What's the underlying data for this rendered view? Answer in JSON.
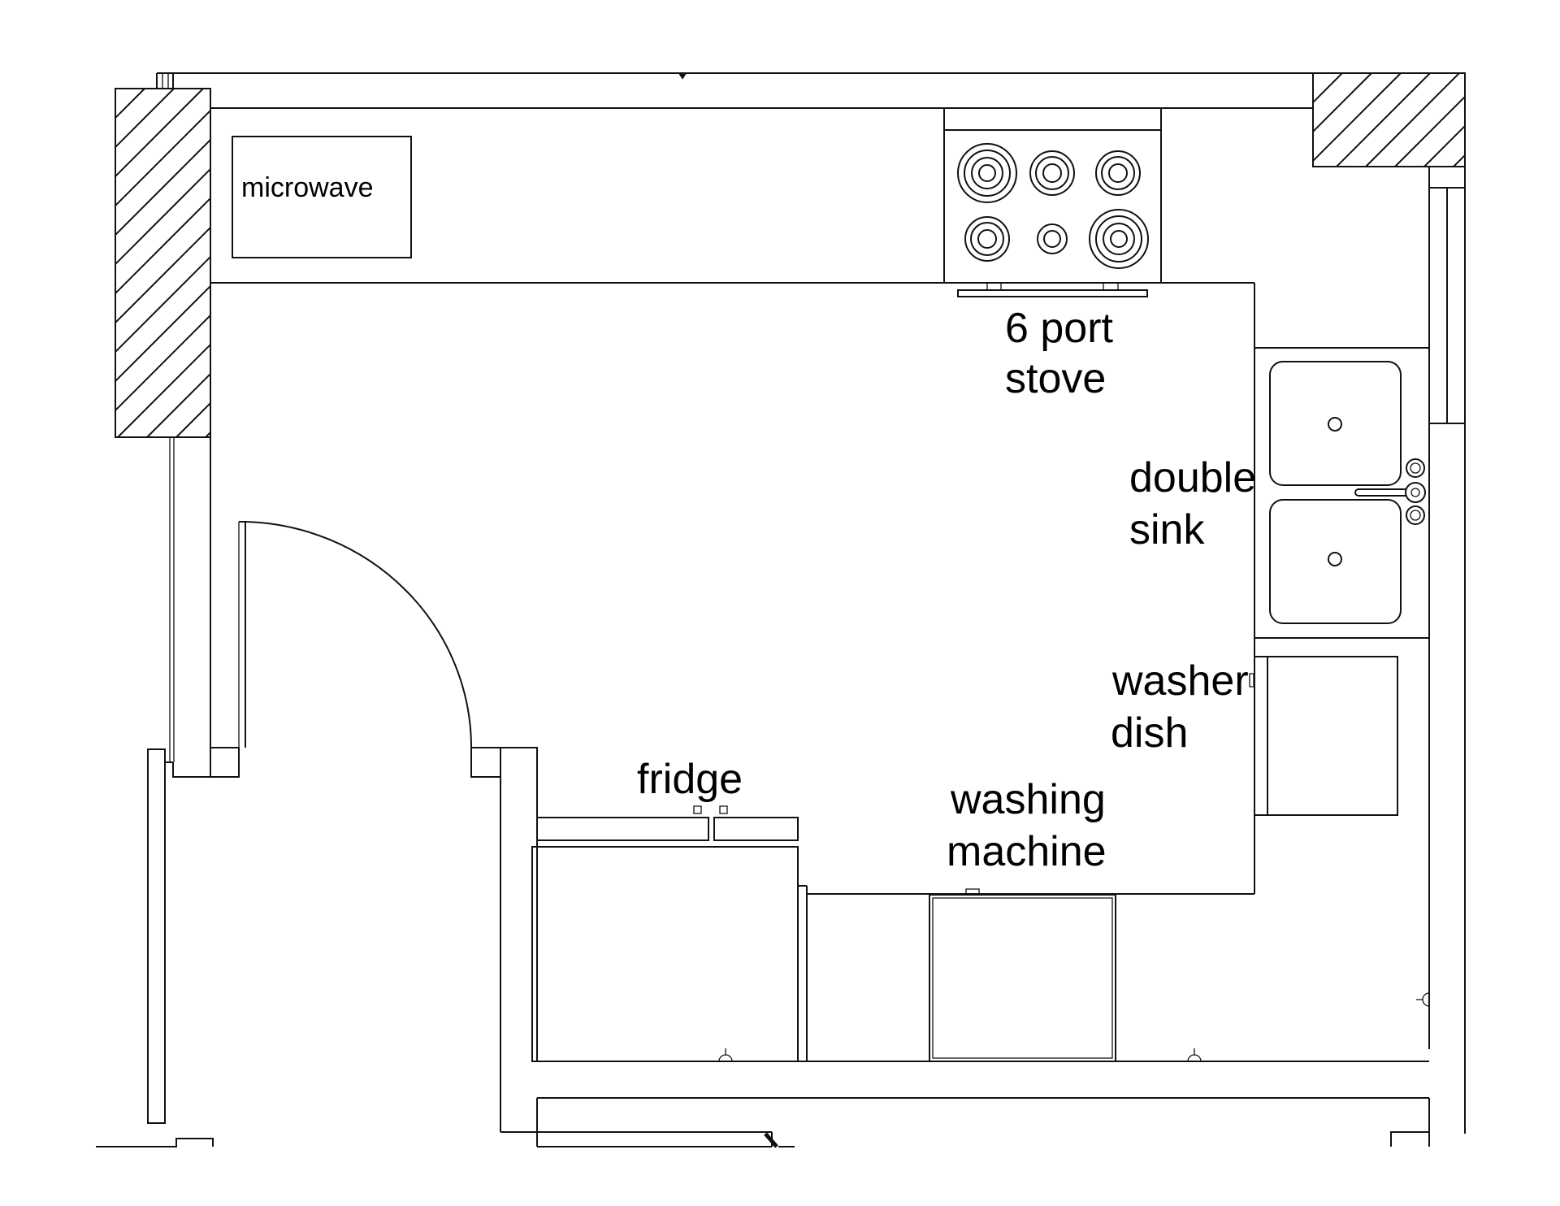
{
  "title": "Kitchen floor plan",
  "labels": {
    "microwave": "microwave",
    "stove_line1": "6 port",
    "stove_line2": "stove",
    "sink_line1": "double",
    "sink_line2": "sink",
    "dishwasher_line1": "washer",
    "dishwasher_line2": "dish",
    "fridge": "fridge",
    "washing_line1": "washing",
    "washing_line2": "machine"
  },
  "appliances": [
    {
      "id": "microwave",
      "name": "microwave"
    },
    {
      "id": "stove",
      "name": "6 port stove",
      "burner_count": 6
    },
    {
      "id": "sink",
      "name": "double sink",
      "basin_count": 2
    },
    {
      "id": "dishwasher",
      "name": "dish washer"
    },
    {
      "id": "fridge",
      "name": "fridge"
    },
    {
      "id": "washing-machine",
      "name": "washing machine"
    }
  ],
  "colors": {
    "line": "#111111",
    "background": "#ffffff"
  }
}
